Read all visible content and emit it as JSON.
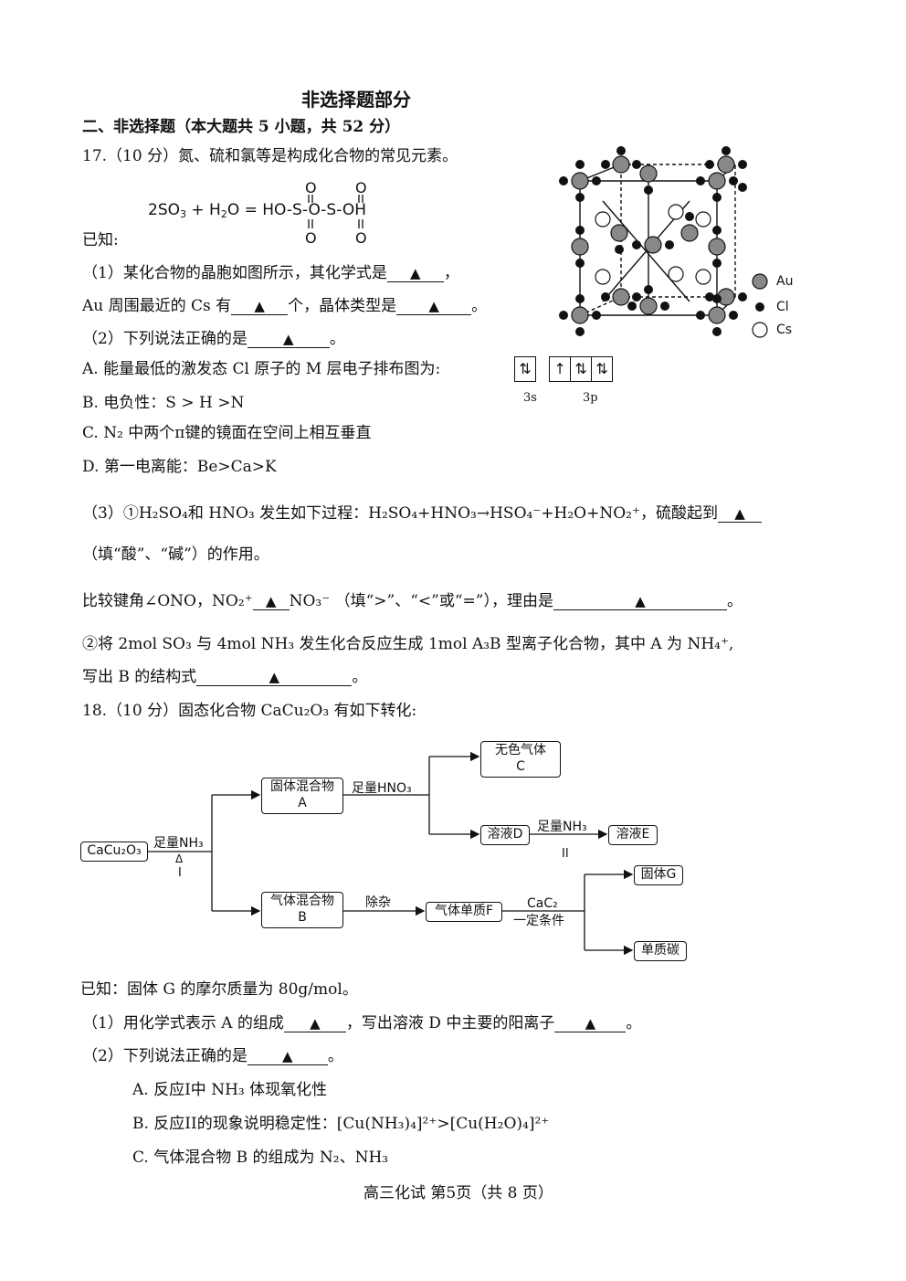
{
  "header": {
    "part_title": "非选择题部分",
    "section_title": "二、非选择题（本大题共 5 小题，共 52 分）"
  },
  "q17": {
    "stem": "17.（10 分）氮、硫和氯等是构成化合物的常见元素。",
    "known_label": "已知:",
    "equation_lhs": "2SO",
    "equation_mid": " + H",
    "equation_rhs": "O = HO-S-O-S-OH",
    "p1_a": "（1）某化合物的晶胞如图所示，其化学式是",
    "p1_b": "Au 周围最近的 Cs 有",
    "p1_c": "个，晶体类型是",
    "p2": "（2）下列说法正确的是",
    "opt_a": "A. 能量最低的激发态 Cl 原子的 M 层电子排布图为:",
    "orbital_3s": "3s",
    "orbital_3p": "3p",
    "opt_b": "B. 电负性：S > H >N",
    "opt_c": "C.  N₂ 中两个π键的镜面在空间上相互垂直",
    "opt_d": "D. 第一电离能：Be>Ca>K",
    "p3_a": "（3）①H₂SO₄和 HNO₃ 发生如下过程：H₂SO₄+HNO₃→HSO₄⁻+H₂O+NO₂⁺，硫酸起到",
    "p3_b": "（填“酸”、“碱”）的作用。",
    "p3_c": "比较键角∠ONO，NO₂⁺",
    "p3_d": "NO₃⁻ （填“>”、“<”或“=”），理由是",
    "p3_e": "②将 2mol SO₃ 与 4mol NH₃ 发生化合反应生成 1mol A₃B 型离子化合物，其中 A 为 NH₄⁺,",
    "p3_f": "写出 B 的结构式",
    "legend": [
      "Au",
      "Cl",
      "Cs"
    ]
  },
  "q18": {
    "stem": "18.（10 分）固态化合物 CaCu₂O₃ 有如下转化:",
    "flow": {
      "start": "CaCu₂O₃",
      "r1_top": "足量NH₃",
      "r1_mid": "Δ",
      "r1_bot": "I",
      "solidA_1": "固体混合物",
      "solidA_2": "A",
      "hno3": "足量HNO₃",
      "gasC_1": "无色气体",
      "gasC_2": "C",
      "solD": "溶液D",
      "nh3_2": "足量NH₃",
      "r2": "II",
      "solE": "溶液E",
      "gasB_1": "气体混合物",
      "gasB_2": "B",
      "purify": "除杂",
      "gasF": "气体单质F",
      "cac2": "CaC₂",
      "cond": "一定条件",
      "solidG": "固体G",
      "carbon": "单质碳"
    },
    "known": "已知：固体 G 的摩尔质量为 80g/mol。",
    "p1_a": "（1）用化学式表示 A 的组成",
    "p1_b": "，写出溶液 D 中主要的阳离子",
    "p2": "（2）下列说法正确的是",
    "opt_a": "A. 反应I中 NH₃ 体现氧化性",
    "opt_b": "B. 反应II的现象说明稳定性：[Cu(NH₃)₄]²⁺>[Cu(H₂O)₄]²⁺",
    "opt_c": "C. 气体混合物 B 的组成为 N₂、NH₃"
  },
  "answer_mark": "▲",
  "period": "。",
  "comma": "，",
  "footer": "高三化试 第5页（共 8 页）"
}
